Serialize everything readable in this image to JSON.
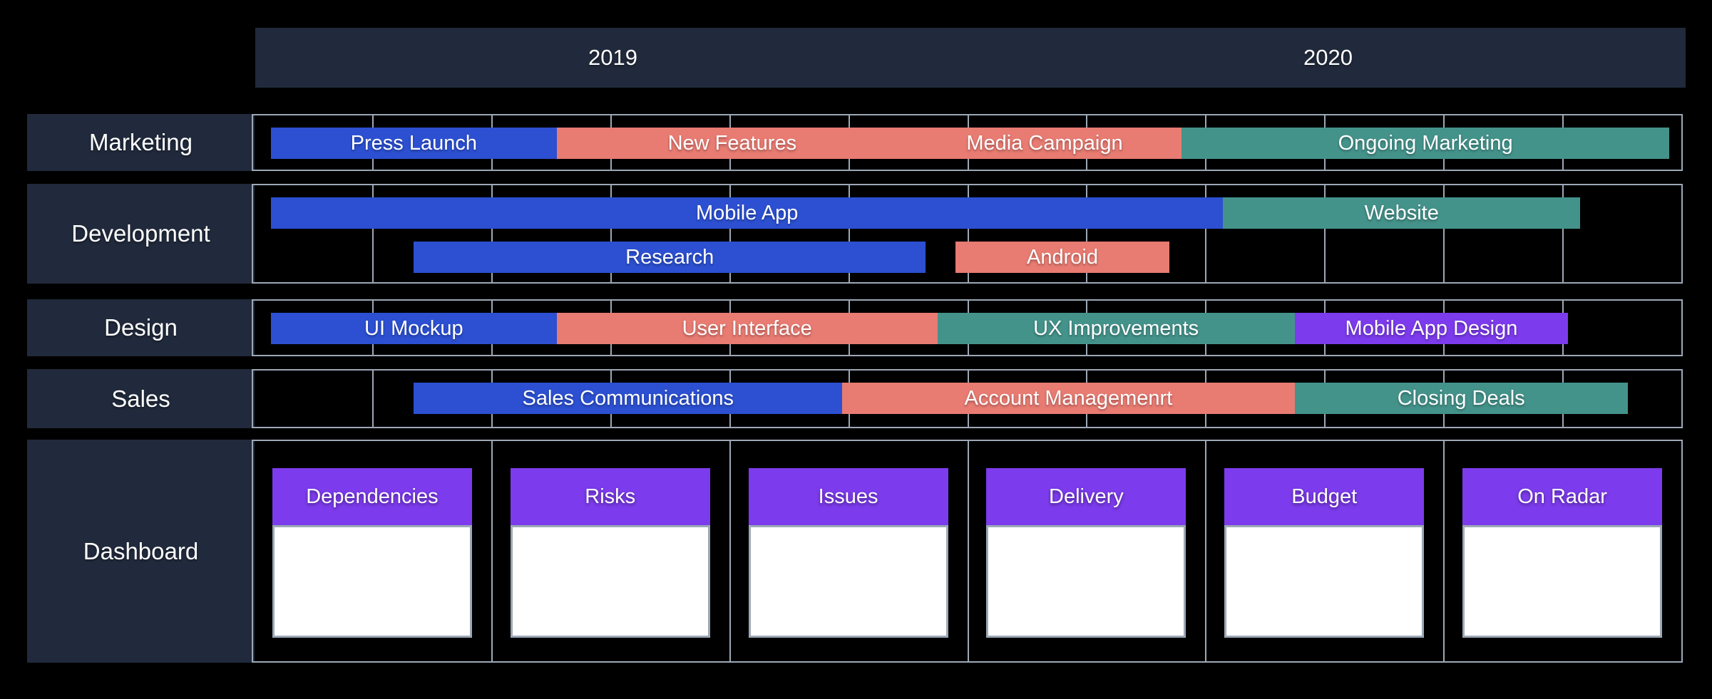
{
  "chart_data": {
    "type": "bar",
    "subtype": "gantt-timeline-roadmap",
    "x_axis": {
      "unit": "months_since_jan_2019",
      "range": [
        0,
        24
      ],
      "tick_years": [
        "2019",
        "2020"
      ],
      "grid_columns": 12,
      "legend_position": "none",
      "grid": "on"
    },
    "rows": [
      {
        "label": "Marketing",
        "lanes": [
          [
            {
              "task": "Press Launch",
              "start": 0.3,
              "end": 5.1,
              "color_key": "blue"
            },
            {
              "task": "New Features",
              "start": 5.1,
              "end": 11.0,
              "color_key": "salmon"
            },
            {
              "task": "Media Campaign",
              "start": 11.0,
              "end": 15.6,
              "color_key": "salmon"
            },
            {
              "task": "Ongoing Marketing",
              "start": 15.6,
              "end": 23.8,
              "color_key": "teal"
            }
          ]
        ]
      },
      {
        "label": "Development",
        "lanes": [
          [
            {
              "task": "Mobile App",
              "start": 0.3,
              "end": 16.3,
              "color_key": "blue"
            },
            {
              "task": "Website",
              "start": 16.3,
              "end": 22.3,
              "color_key": "teal"
            }
          ],
          [
            {
              "task": "Research",
              "start": 2.7,
              "end": 11.3,
              "color_key": "blue"
            },
            {
              "task": "Android",
              "start": 11.8,
              "end": 15.4,
              "color_key": "salmon"
            }
          ]
        ]
      },
      {
        "label": "Design",
        "lanes": [
          [
            {
              "task": "UI Mockup",
              "start": 0.3,
              "end": 5.1,
              "color_key": "blue"
            },
            {
              "task": "User Interface",
              "start": 5.1,
              "end": 11.5,
              "color_key": "salmon"
            },
            {
              "task": "UX Improvements",
              "start": 11.5,
              "end": 17.5,
              "color_key": "teal"
            },
            {
              "task": "Mobile App Design",
              "start": 17.5,
              "end": 22.1,
              "color_key": "purple"
            }
          ]
        ]
      },
      {
        "label": "Sales",
        "lanes": [
          [
            {
              "task": "Sales Communications",
              "start": 2.7,
              "end": 9.9,
              "color_key": "blue"
            },
            {
              "task": "Account Managemenrt",
              "start": 9.9,
              "end": 17.5,
              "color_key": "salmon"
            },
            {
              "task": "Closing Deals",
              "start": 17.5,
              "end": 23.1,
              "color_key": "teal"
            }
          ]
        ]
      }
    ],
    "dashboard": {
      "label": "Dashboard",
      "cells": 6,
      "panels": [
        "Dependencies",
        "Risks",
        "Issues",
        "Delivery",
        "Budget",
        "On Radar"
      ]
    },
    "colors": {
      "blue": "#2C50D1",
      "salmon": "#E87B72",
      "teal": "#44938B",
      "purple": "#7C3BEC",
      "navy": "#212A3C",
      "grid": "#9DA8B6",
      "panel_body": "#FFFFFF",
      "background": "#000000",
      "text": "#FFFFFF"
    }
  }
}
